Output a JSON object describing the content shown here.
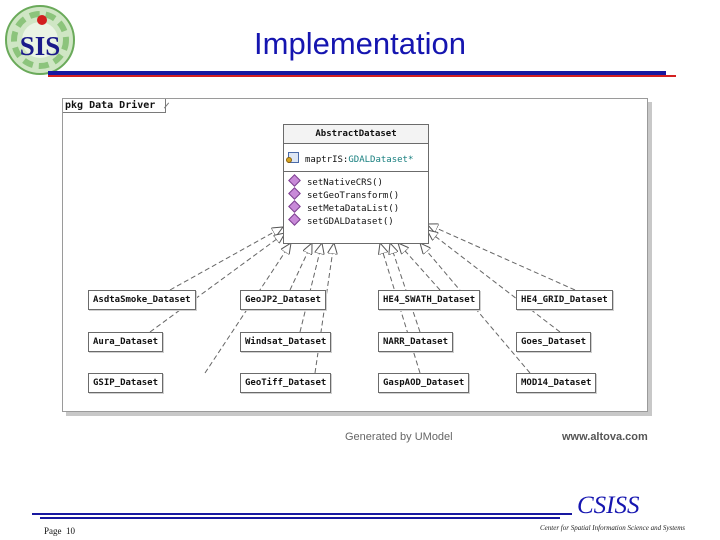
{
  "header": {
    "logo_text": "SIS",
    "title": "Implementation"
  },
  "diagram": {
    "package_label": "pkg Data Driver",
    "abstract_class": {
      "name": "AbstractDataset",
      "attribute_name": "maptrIS:",
      "attribute_type": "GDALDataset*",
      "operations": [
        "setNativeCRS()",
        "setGeoTransform()",
        "setMetaDataList()",
        "setGDALDataset()"
      ]
    },
    "subclasses": [
      "AsdtaSmoke_Dataset",
      "GeoJP2_Dataset",
      "HE4_SWATH_Dataset",
      "HE4_GRID_Dataset",
      "Aura_Dataset",
      "Windsat_Dataset",
      "NARR_Dataset",
      "Goes_Dataset",
      "GSIP_Dataset",
      "GeoTiff_Dataset",
      "GaspAOD_Dataset",
      "MOD14_Dataset"
    ],
    "generated_by": "Generated by UModel",
    "website": "www.altova.com"
  },
  "footer": {
    "brand": "CSISS",
    "center_name": "Center for Spatial Information Science and Systems",
    "page_label": "Page",
    "page_number": "10"
  }
}
